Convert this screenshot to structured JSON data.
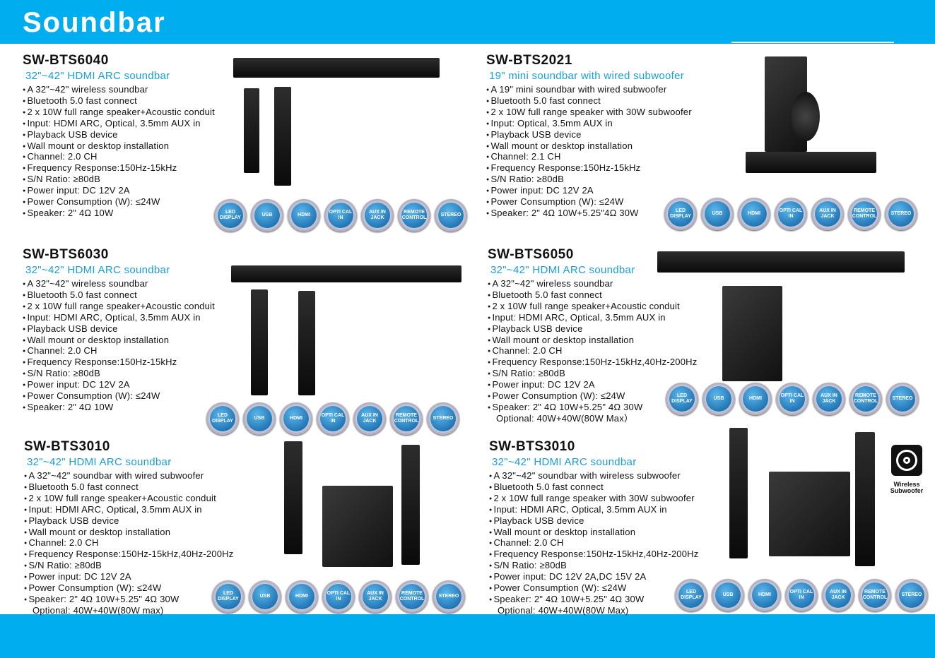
{
  "header": {
    "title": "Soundbar"
  },
  "badges": [
    "LED DISPLAY",
    "USB",
    "HDMI",
    "OPTI CAL IN",
    "AUX IN JACK",
    "REMOTE CONTROL",
    "STEREO"
  ],
  "wireless_badge": "Wireless Subwoofer",
  "products": [
    {
      "model": "SW-BTS6040",
      "subtitle": "32\"~42\" HDMI ARC soundbar",
      "features": [
        "A 32\"~42\" wireless soundbar",
        "Bluetooth 5.0 fast connect",
        "2 x 10W full range speaker+Acoustic conduit",
        "Input: HDMI ARC, Optical, 3.5mm AUX in",
        "Playback USB device",
        "Wall mount or desktop installation",
        "Channel: 2.0 CH",
        "Frequency Response:150Hz-15kHz",
        "S/N Ratio:  ≥80dB",
        "Power input:  DC 12V 2A",
        "Power Consumption (W): ≤24W",
        "Speaker: 2\" 4Ω 10W"
      ]
    },
    {
      "model": "SW-BTS2021",
      "subtitle": "19\" mini soundbar with wired subwoofer",
      "features": [
        "A 19\" mini soundbar with wired subwoofer",
        "Bluetooth 5.0 fast connect",
        "2 x 10W full range speaker with 30W subwoofer",
        "Input: Optical, 3.5mm AUX in",
        "Playback USB device",
        "Wall mount or desktop installation",
        "Channel: 2.1 CH",
        "Frequency Response:150Hz-15kHz",
        "S/N Ratio:  ≥80dB",
        "Power input:  DC 12V 2A",
        "Power Consumption (W): ≤24W",
        "Speaker: 2\" 4Ω 10W+5.25\"4Ω 30W"
      ]
    },
    {
      "model": "SW-BTS6030",
      "subtitle": "32\"~42\" HDMI ARC soundbar",
      "features": [
        "A 32\"~42\" wireless soundbar",
        "Bluetooth 5.0 fast connect",
        "2 x 10W full range speaker+Acoustic conduit",
        "Input: HDMI ARC, Optical, 3.5mm AUX in",
        "Playback USB device",
        "Wall mount or desktop installation",
        "Channel: 2.0 CH",
        "Frequency Response:150Hz-15kHz",
        "S/N Ratio:  ≥80dB",
        "Power input:  DC 12V 2A",
        "Power Consumption (W): ≤24W",
        "Speaker: 2\" 4Ω 10W"
      ]
    },
    {
      "model": "SW-BTS6050",
      "subtitle": "32\"~42\" HDMI ARC soundbar",
      "features": [
        "A 32\"~42\" wireless soundbar",
        "Bluetooth 5.0 fast connect",
        "2 x 10W full range speaker+Acoustic conduit",
        "Input: HDMI ARC, Optical, 3.5mm AUX in",
        "Playback USB device",
        "Wall mount or desktop installation",
        "Channel: 2.0 CH",
        "Frequency Response:150Hz-15kHz,40Hz-200Hz",
        "S/N Ratio:  ≥80dB",
        "Power input:  DC 12V 2A",
        "Power Consumption (W): ≤24W",
        "Speaker: 2\" 4Ω 10W+5.25\" 4Ω 30W"
      ],
      "extra": "Optional: 40W+40W(80W Max）"
    },
    {
      "model": "SW-BTS3010",
      "subtitle": "32\"~42\" HDMI ARC soundbar",
      "features": [
        "A 32\"~42\" soundbar with wired subwoofer",
        "Bluetooth 5.0 fast connect",
        "2 x 10W full range speaker+Acoustic conduit",
        "Input: HDMI ARC, Optical, 3.5mm AUX in",
        "Playback USB device",
        "Wall mount or desktop installation",
        "Channel: 2.0 CH",
        "Frequency Response:150Hz-15kHz,40Hz-200Hz",
        "S/N Ratio:  ≥80dB",
        "Power input:  DC 12V 2A",
        "Power Consumption (W): ≤24W",
        "Speaker: 2\" 4Ω 10W+5.25\" 4Ω 30W"
      ],
      "extra": "Optional: 40W+40W(80W max)"
    },
    {
      "model": "SW-BTS3010",
      "subtitle": "32\"~42\" HDMI ARC soundbar",
      "features": [
        "A 32\"~42\" soundbar with wireless subwoofer",
        "Bluetooth 5.0 fast connect",
        "2 x 10W full range speaker with 30W subwoofer",
        "Input: HDMI ARC, Optical, 3.5mm AUX in",
        "Playback USB device",
        "Wall mount or desktop installation",
        "Channel: 2.0 CH",
        "Frequency Response:150Hz-15kHz,40Hz-200Hz",
        "S/N Ratio:  ≥80dB",
        "Power input:  DC 12V 2A,DC 15V 2A",
        "Power Consumption (W): ≤24W",
        "Speaker: 2\" 4Ω 10W+5.25\" 4Ω 30W"
      ],
      "extra": "Optional: 40W+40W(80W Max)"
    }
  ]
}
